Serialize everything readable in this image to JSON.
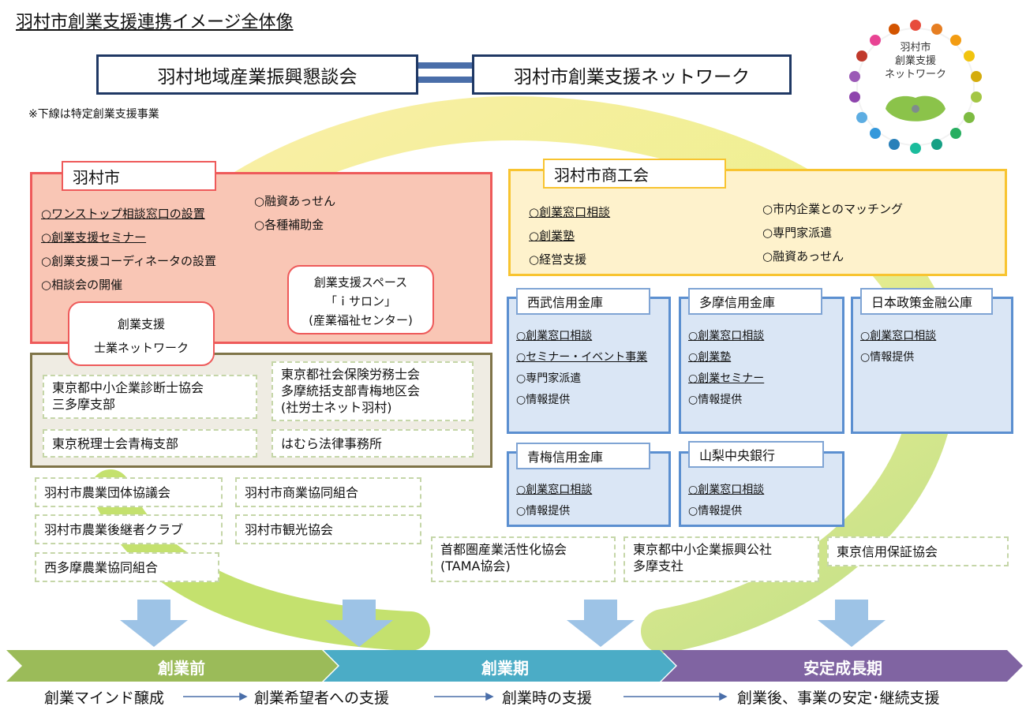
{
  "title": "羽村市創業支援連携イメージ全体像",
  "top_boxes": {
    "left": "羽村地域産業振興懇談会",
    "right": "羽村市創業支援ネットワーク"
  },
  "note": "※下線は特定創業支援事業",
  "logo": {
    "line1": "羽村市",
    "line2": "創業支援",
    "line3": "ネットワーク"
  },
  "hamura_city": {
    "label": "羽村市",
    "items_left": [
      "○ワンストップ相談窓口の設置",
      "○創業支援セミナー",
      "○創業支援コーディネータの設置",
      "○相談会の開催"
    ],
    "items_right": [
      "○融資あっせん",
      "○各種補助金"
    ],
    "network_box": {
      "line1": "創業支援",
      "line2": "士業ネットワーク"
    },
    "space_box": {
      "line1": "創業支援スペース",
      "line2": "「ｉサロン」",
      "line3": "(産業福祉センター)"
    }
  },
  "professional_orgs": {
    "a": {
      "line1": "東京都中小企業診断士協会",
      "line2": "三多摩支部"
    },
    "b": {
      "line1": "東京都社会保険労務士会",
      "line2": "多摩統括支部青梅地区会",
      "line3": "(社労士ネット羽村)"
    },
    "c": "東京税理士会青梅支部",
    "d": "はむら法律事務所"
  },
  "local_orgs": [
    "羽村市農業団体協議会",
    "羽村市農業後継者クラブ",
    "西多摩農業協同組合",
    "羽村市商業協同組合",
    "羽村市観光協会"
  ],
  "chamber": {
    "label": "羽村市商工会",
    "items_left": [
      "○創業窓口相談",
      "○創業塾",
      "○経営支援"
    ],
    "items_right": [
      "○市内企業とのマッチング",
      "○専門家派遣",
      "○融資あっせん"
    ]
  },
  "banks": [
    {
      "name": "西武信用金庫",
      "items": [
        "○創業窓口相談",
        "○セミナー・イベント事業",
        "○専門家派遣",
        "○情報提供"
      ]
    },
    {
      "name": "多摩信用金庫",
      "items": [
        "○創業窓口相談",
        "○創業塾",
        "○創業セミナー",
        "○情報提供"
      ]
    },
    {
      "name": "日本政策金融公庫",
      "items": [
        "○創業窓口相談",
        "○情報提供"
      ]
    },
    {
      "name": "青梅信用金庫",
      "items": [
        "○創業窓口相談",
        "○情報提供"
      ]
    },
    {
      "name": "山梨中央銀行",
      "items": [
        "○創業窓口相談",
        "○情報提供"
      ]
    }
  ],
  "other_orgs": {
    "tama": {
      "line1": "首都圏産業活性化協会",
      "line2": "(TAMA協会)"
    },
    "kousha": {
      "line1": "東京都中小企業振興公社",
      "line2": "多摩支社"
    },
    "hosho": "東京信用保証協会"
  },
  "phases": [
    "創業前",
    "創業期",
    "安定成長期"
  ],
  "stages": [
    "創業マインド醸成",
    "創業希望者への支援",
    "創業時の支援",
    "創業後、事業の安定･継続支援"
  ],
  "colors": {
    "phase1": "#9bbb59",
    "phase2": "#4bacc6",
    "phase3": "#8064a2",
    "arrow": "#9dc3e6"
  }
}
